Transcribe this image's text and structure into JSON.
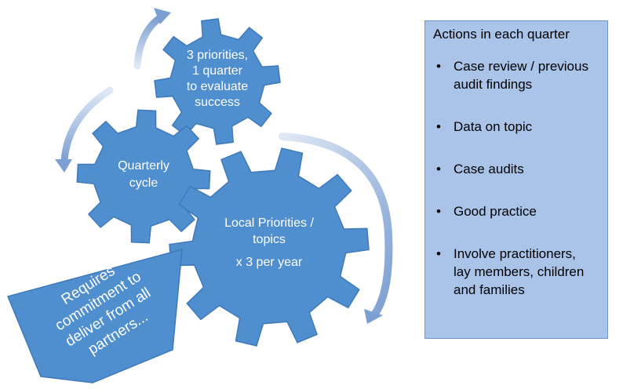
{
  "colors": {
    "gear_fill": "#4f8fd0",
    "gear_stroke": "#3f79b8",
    "arrow_light": "#dfe8f5",
    "arrow_dark": "#7c9fd1",
    "panel_fill": "#a9c4e8",
    "panel_border": "#6f93c3"
  },
  "gears": {
    "top": {
      "line1": "3 priorities,",
      "line2": "1 quarter",
      "line3": "to evaluate",
      "line4": "success"
    },
    "middle": {
      "line1": "Quarterly",
      "line2": "cycle"
    },
    "large": {
      "line1": "Local Priorities /",
      "line2": "topics",
      "line3": "x 3 per year"
    }
  },
  "pentagon": {
    "line1": "Requires",
    "line2": "commitment to",
    "line3": "deliver from all",
    "line4": "partners..."
  },
  "actions": {
    "title": "Actions in each quarter",
    "items": [
      {
        "line1": "Case review / previous",
        "line2": "audit findings"
      },
      {
        "line1": "Data on topic"
      },
      {
        "line1": "Case audits"
      },
      {
        "line1": "Good practice"
      },
      {
        "line1": "Involve practitioners,",
        "line2": "lay members, children",
        "line3": "and families"
      }
    ]
  }
}
